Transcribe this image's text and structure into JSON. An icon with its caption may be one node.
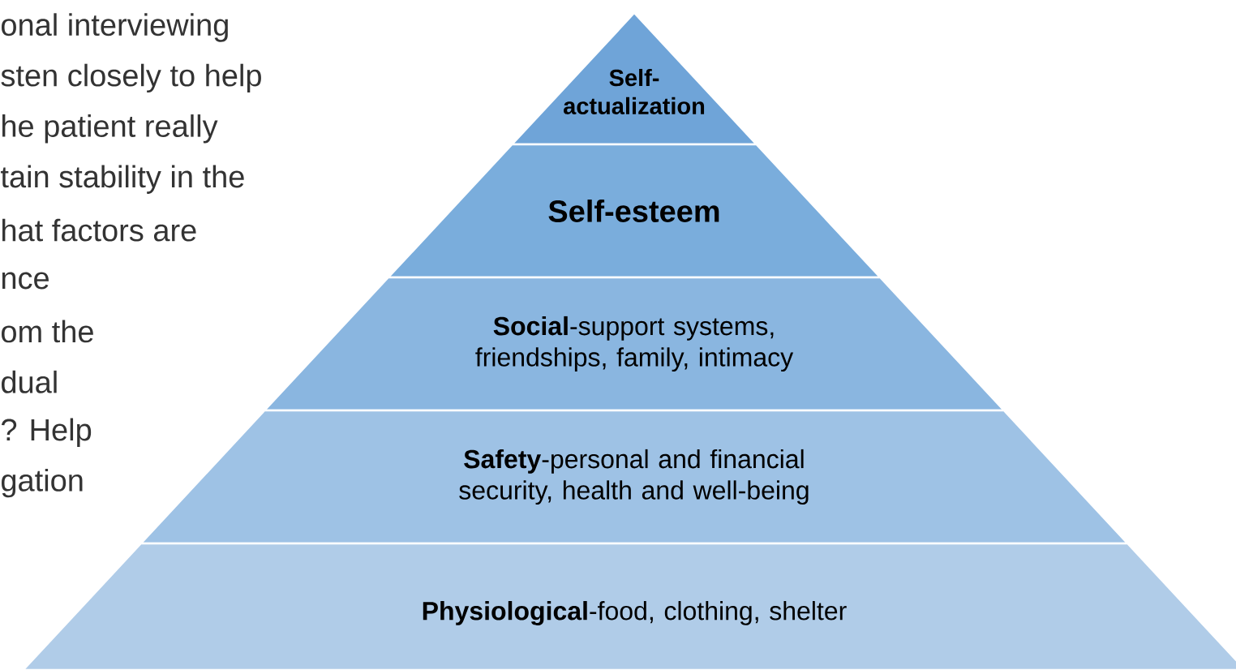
{
  "diagram": {
    "nodes": [
      {
        "text": [
          "Self-actualization"
        ]
      },
      {
        "text": [
          "Self-esteem"
        ]
      },
      {
        "text": [
          "**Social**-support systems, friendships, family, intimacy"
        ]
      },
      {
        "text": [
          "**Safety**-personal and financial security, health and well-being"
        ]
      },
      {
        "text": [
          "**Physiological**-food, clothing, shelter"
        ]
      }
    ],
    "labels": [
      "onal interviewing",
      "sten closely to help",
      "he patient really",
      "tain stability in the",
      "hat factors are",
      "nce",
      "om the",
      "dual",
      "? Help",
      "gation"
    ]
  }
}
